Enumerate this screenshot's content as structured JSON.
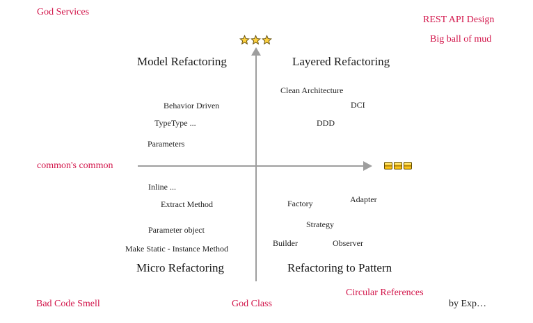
{
  "diagram": {
    "type": "quadrant-diagram",
    "corners": {
      "god_services": "God Services",
      "rest_api_design": "REST API Design",
      "big_ball_of_mud": "Big ball of mud",
      "commons_common": "common's common",
      "bad_code_smell": "Bad Code Smell",
      "god_class": "God Class",
      "circular_references": "Circular References",
      "by_exp": "by Exp…"
    },
    "quadrants": {
      "top_left": {
        "title": "Model Refactoring",
        "items": {
          "behavior_driven": "Behavior Driven",
          "typetype": "TypeType ...",
          "parameters": "Parameters"
        }
      },
      "top_right": {
        "title": "Layered Refactoring",
        "items": {
          "clean_architecture": "Clean Architecture",
          "dci": "DCI",
          "ddd": "DDD"
        }
      },
      "bottom_left": {
        "title": "Micro Refactoring",
        "items": {
          "inline": "Inline ...",
          "extract_method": "Extract Method",
          "parameter_object": "Parameter object",
          "make_static": "Make Static - Instance Method"
        }
      },
      "bottom_right": {
        "title": "Refactoring to Pattern",
        "items": {
          "factory": "Factory",
          "adapter": "Adapter",
          "strategy": "Strategy",
          "builder": "Builder",
          "observer": "Observer"
        }
      }
    },
    "icons": {
      "vertical_axis_top": "three-gold-stars",
      "horizontal_axis_right": "three-gold-bars"
    },
    "colors": {
      "accent_red": "#d2154a",
      "axis_gray": "#9e9e9e",
      "text_black": "#1f1f1f",
      "star_gold": "#ffd23e",
      "star_outline": "#6b5510",
      "gold_bar_border": "#5e4a00"
    }
  }
}
